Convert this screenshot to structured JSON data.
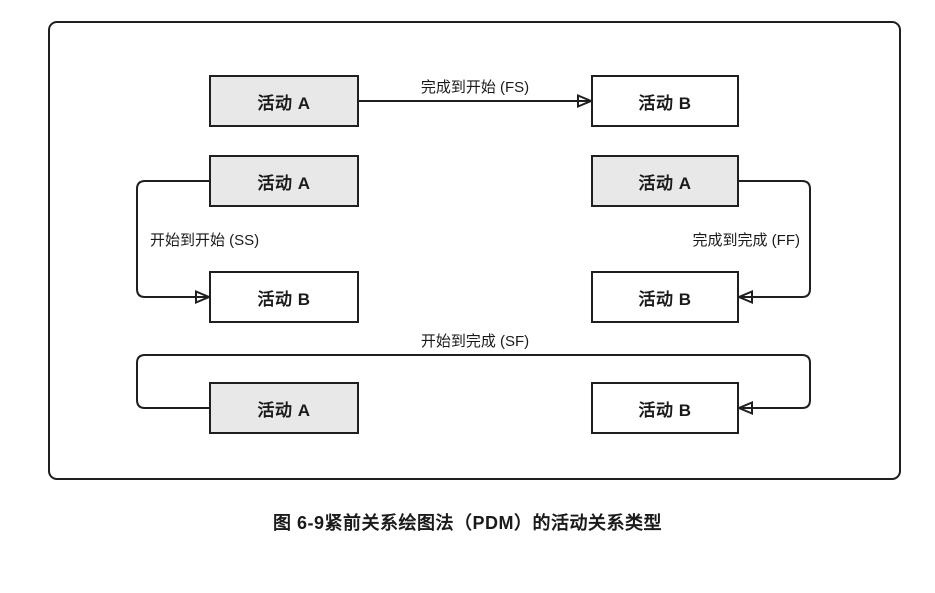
{
  "figure": {
    "caption": "图 6-9紧前关系绘图法（PDM）的活动关系类型"
  },
  "diagram": {
    "relationships": [
      {
        "type": "FS",
        "label": "完成到开始 (FS)",
        "predecessor": "活动 A",
        "successor": "活动 B"
      },
      {
        "type": "SS",
        "label": "开始到开始 (SS)",
        "predecessor": "活动 A",
        "successor": "活动 B"
      },
      {
        "type": "FF",
        "label": "完成到完成 (FF)",
        "predecessor": "活动 A",
        "successor": "活动 B"
      },
      {
        "type": "SF",
        "label": "开始到完成 (SF)",
        "predecessor": "活动 A",
        "successor": "活动 B"
      }
    ]
  },
  "colors": {
    "stroke": "#1f1f1f",
    "activity_a_fill": "#e8e8e8",
    "activity_b_fill": "#ffffff",
    "page_bg": "#ffffff"
  }
}
